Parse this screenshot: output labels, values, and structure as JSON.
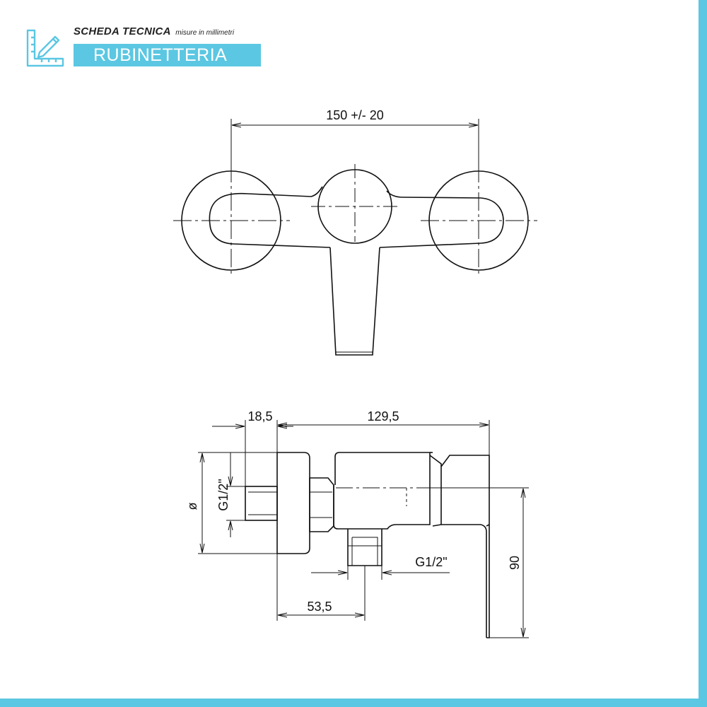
{
  "header": {
    "title": "SCHEDA TECNICA",
    "subtitle": "misure in millimetri",
    "category": "RUBINETTERIA"
  },
  "colors": {
    "accent": "#5bc7e2",
    "line": "#111111"
  },
  "icons": {
    "logo": "ruler-pencil-icon"
  },
  "front_view": {
    "dim_width": "150 +/- 20"
  },
  "side_view": {
    "dim_flange": "18,5",
    "dim_length": "129,5",
    "dim_diameter": "ø",
    "dim_inlet_thread": "G1/2\"",
    "dim_outlet_thread": "G1/2\"",
    "dim_outlet_offset": "53,5",
    "dim_height": "90"
  }
}
